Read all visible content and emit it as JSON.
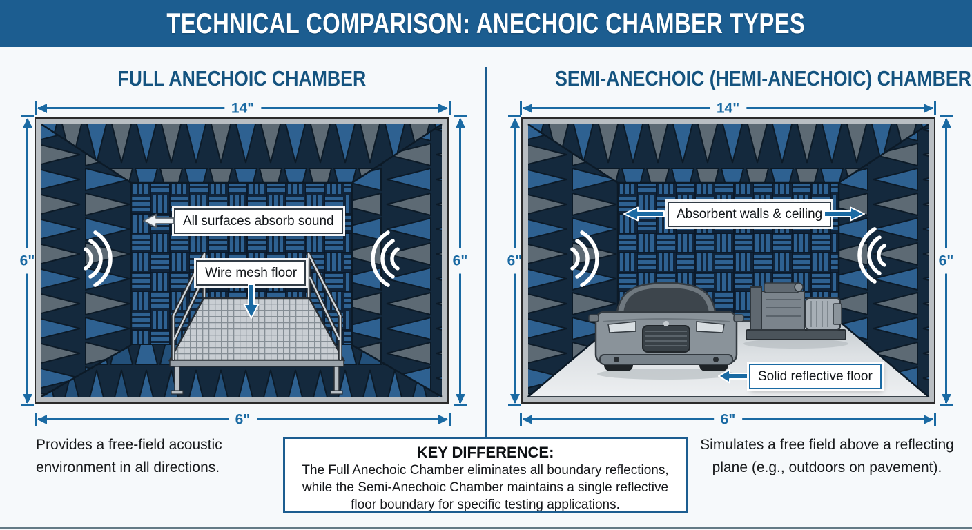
{
  "header": {
    "title": "TECHNICAL COMPARISON: ANECHOIC CHAMBER TYPES"
  },
  "colors": {
    "header_bg": "#1c5d90",
    "accent_blue": "#1a6aa3",
    "panel_title": "#14537f",
    "wedge_blue": "#2e6191",
    "wedge_grey": "#5d6a74",
    "wedge_dark_bg": "#14293d",
    "frame_grey": "#b9bec2",
    "reflective_floor": "#dde1e4"
  },
  "panels": [
    {
      "id": "full",
      "title": "FULL ANECHOIC CHAMBER",
      "dim_top": "14\"",
      "dim_left": "6\"",
      "dim_right": "6\"",
      "dim_bottom": "6\"",
      "labels": {
        "walls": "All surfaces absorb sound",
        "floor": "Wire mesh floor"
      },
      "caption": "Provides a free-field acoustic environment in all directions."
    },
    {
      "id": "semi",
      "title": "SEMI-ANECHOIC (HEMI-ANECHOIC) CHAMBER",
      "dim_top": "14\"",
      "dim_left": "6\"",
      "dim_right": "6\"",
      "dim_bottom": "6\"",
      "labels": {
        "walls": "Absorbent walls & ceiling",
        "floor": "Solid reflective floor"
      },
      "caption": "Simulates a free field above a reflecting plane (e.g., outdoors on pavement)."
    }
  ],
  "key_difference": {
    "heading": "KEY DIFFERENCE:",
    "body": "The Full Anechoic Chamber eliminates all boundary reflections, while the Semi-Anechoic Chamber maintains a single reflective floor boundary for specific testing applications."
  }
}
